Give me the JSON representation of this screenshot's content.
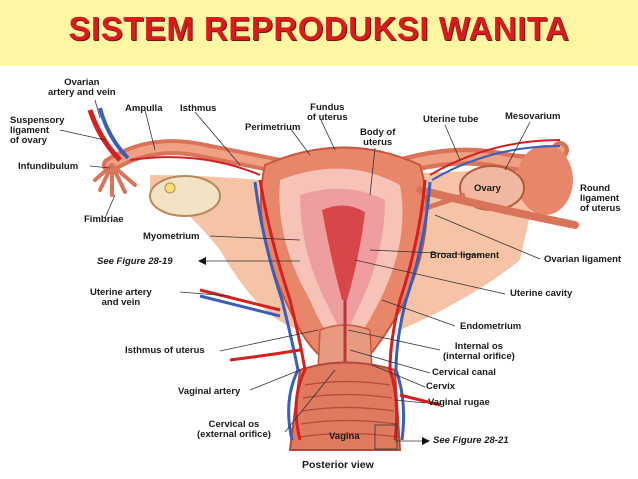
{
  "title": "SISTEM REPRODUKSI WANITA",
  "labels": {
    "ovarian_artery_vein": "Ovarian\nartery and vein",
    "ampulla": "Ampulla",
    "isthmus": "Isthmus",
    "fundus": "Fundus\nof uterus",
    "perimetrium": "Perimetrium",
    "body_of_uterus": "Body of\nuterus",
    "uterine_tube": "Uterine tube",
    "mesovarium": "Mesovarium",
    "suspensory_ligament": "Suspensory\nligament\nof ovary",
    "infundibulum": "Infundibulum",
    "ovary": "Ovary",
    "round_ligament": "Round\nligament\nof uterus",
    "fimbriae": "Fimbriae",
    "myometrium": "Myometrium",
    "see_fig_19": "See Figure 28-19",
    "broad_ligament": "Broad ligament",
    "ovarian_ligament": "Ovarian ligament",
    "uterine_artery_vein": "Uterine artery\nand vein",
    "uterine_cavity": "Uterine cavity",
    "endometrium": "Endometrium",
    "isthmus_of_uterus": "Isthmus of uterus",
    "internal_os": "Internal os\n(internal orifice)",
    "cervical_canal": "Cervical canal",
    "cervix": "Cervix",
    "vaginal_artery": "Vaginal artery",
    "vaginal_rugae": "Vaginal rugae",
    "cervical_os": "Cervical os\n(external orifice)",
    "vagina": "Vagina",
    "see_fig_21": "See Figure 28-21",
    "posterior_view": "Posterior view"
  },
  "colors": {
    "title_bg": "#fdf6a3",
    "title_text": "#d81c1c",
    "tissue": "#e8866a",
    "tissue_dark": "#c8553d",
    "artery": "#d42020",
    "vein": "#3a5fb8"
  }
}
